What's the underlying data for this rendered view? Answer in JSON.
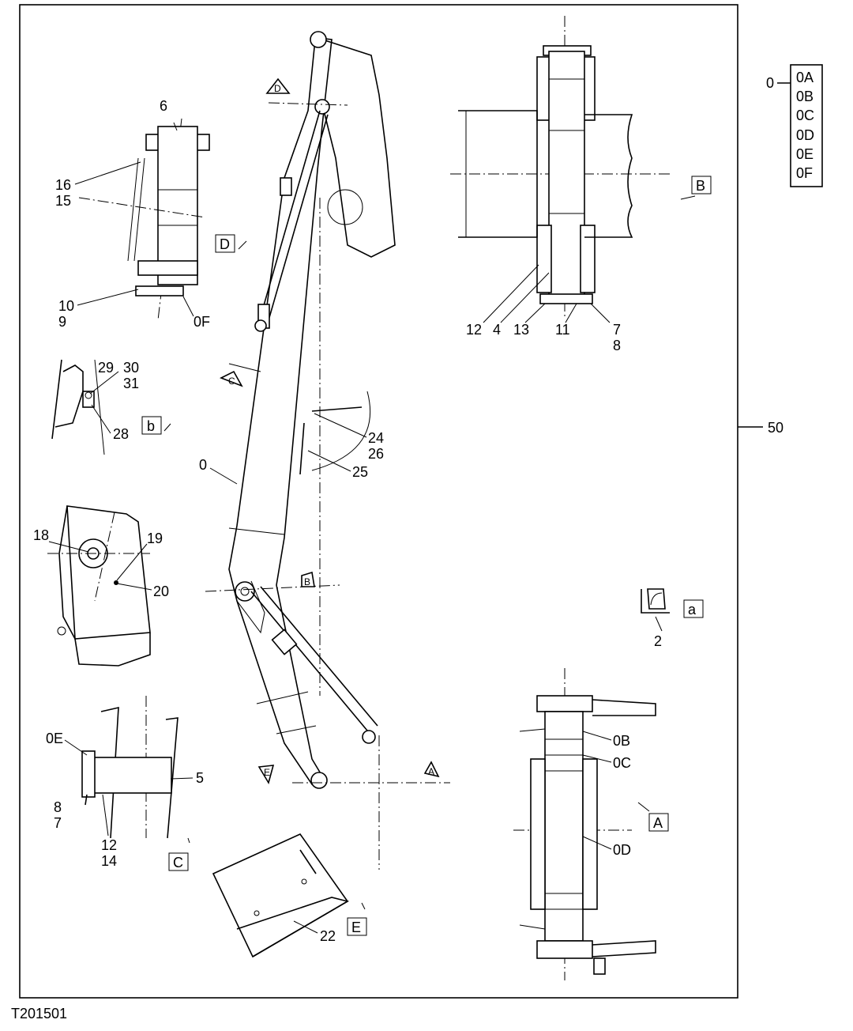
{
  "drawing_id": "T201501",
  "assembly_number": "0",
  "kit_parts": [
    "0A",
    "0B",
    "0C",
    "0D",
    "0E",
    "0F"
  ],
  "group_number": "50",
  "view_labels": {
    "B": "B",
    "D": "D",
    "b": "b",
    "a": "a",
    "C": "C",
    "E": "E",
    "A": "A"
  },
  "callouts": {
    "c6": "6",
    "c16": "16",
    "c15": "15",
    "c10": "10",
    "c9": "9",
    "c0F": "0F",
    "c29": "29",
    "c30": "30",
    "c31": "31",
    "c28": "28",
    "c0": "0",
    "c24": "24",
    "c26": "26",
    "c25": "25",
    "c18": "18",
    "c19": "19",
    "c20": "20",
    "c0E": "0E",
    "c5": "5",
    "c8": "8",
    "c7": "7",
    "c12": "12",
    "c14": "14",
    "c22": "22",
    "c12b": "12",
    "c4": "4",
    "c13": "13",
    "c11": "11",
    "c7b": "7",
    "c8b": "8",
    "c2": "2",
    "c0B": "0B",
    "c0C": "0C",
    "c0D": "0D"
  },
  "section_markers": {
    "mD": "D",
    "mC": "C",
    "mB": "B",
    "mE": "E",
    "mA": "A"
  }
}
